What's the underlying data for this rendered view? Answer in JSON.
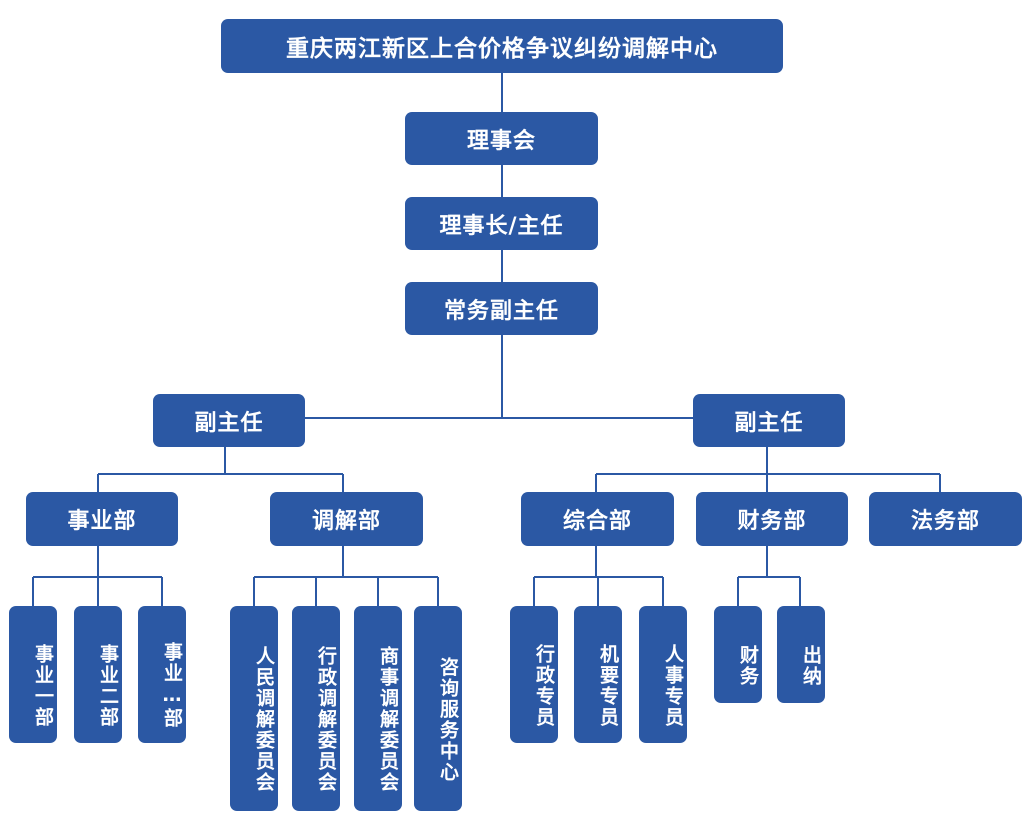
{
  "org": {
    "root": "重庆两江新区上合价格争议纠纷调解中心",
    "board": "理事会",
    "chairman": "理事长/主任",
    "executive": "常务副主任",
    "deputy_left": "副主任",
    "deputy_right": "副主任",
    "departments": {
      "business": "事业部",
      "mediation": "调解部",
      "general": "综合部",
      "finance": "财务部",
      "legal": "法务部"
    },
    "business_units": [
      "事业一部",
      "事业二部",
      "事业…部"
    ],
    "mediation_units": [
      "人民调解委员会",
      "行政调解委员会",
      "商事调解委员会",
      "咨询服务中心"
    ],
    "general_units": [
      "行政专员",
      "机要专员",
      "人事专员"
    ],
    "finance_units": [
      "财务",
      "出纳"
    ]
  }
}
